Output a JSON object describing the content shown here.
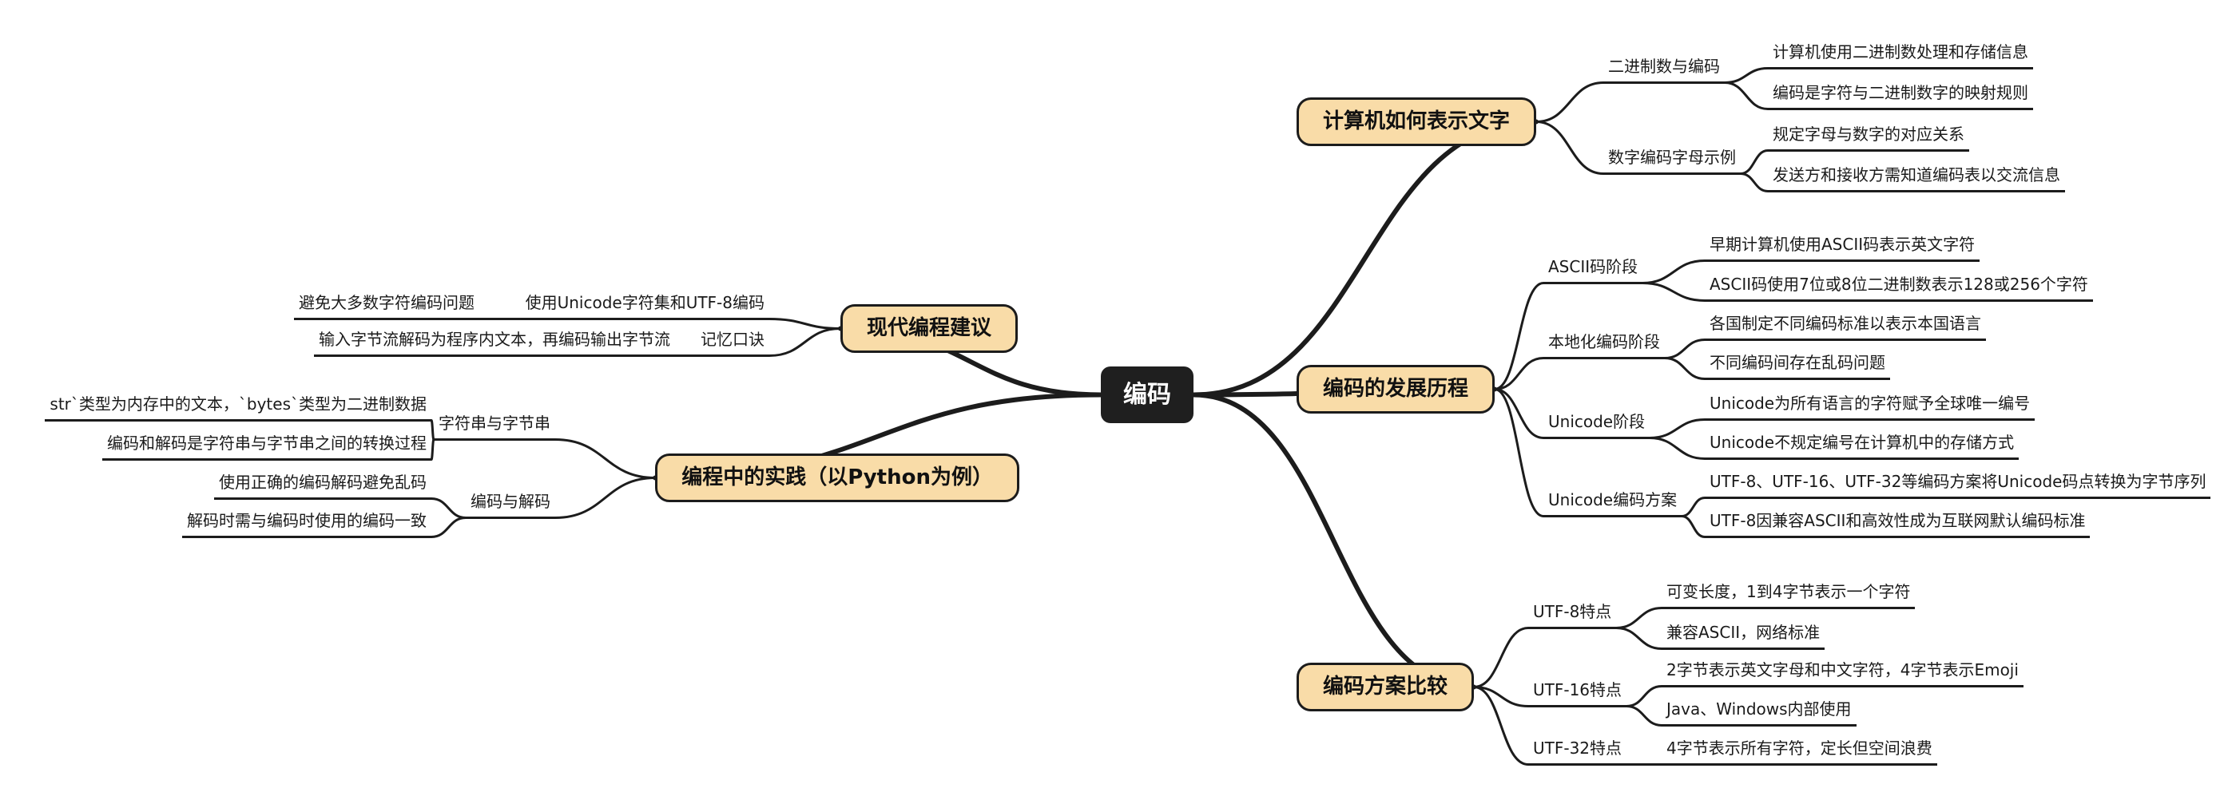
{
  "style": {
    "background": "#ffffff",
    "topic_fill": "#F9DCA8",
    "topic_border": "#1c1c1c",
    "central_bg": "#1f1f1f",
    "central_text": "#ffffff",
    "line_color": "#1c1c1c",
    "text_color": "#1a1a1a"
  },
  "root": {
    "label": "编码"
  },
  "right": [
    {
      "label": "计算机如何表示文字",
      "children": [
        {
          "label": "二进制数与编码",
          "children": [
            {
              "label": "计算机使用二进制数处理和存储信息"
            },
            {
              "label": "编码是字符与二进制数字的映射规则"
            }
          ]
        },
        {
          "label": "数字编码字母示例",
          "children": [
            {
              "label": "规定字母与数字的对应关系"
            },
            {
              "label": "发送方和接收方需知道编码表以交流信息"
            }
          ]
        }
      ]
    },
    {
      "label": "编码的发展历程",
      "children": [
        {
          "label": "ASCII码阶段",
          "children": [
            {
              "label": "早期计算机使用ASCII码表示英文字符"
            },
            {
              "label": "ASCII码使用7位或8位二进制数表示128或256个字符"
            }
          ]
        },
        {
          "label": "本地化编码阶段",
          "children": [
            {
              "label": "各国制定不同编码标准以表示本国语言"
            },
            {
              "label": "不同编码间存在乱码问题"
            }
          ]
        },
        {
          "label": "Unicode阶段",
          "children": [
            {
              "label": "Unicode为所有语言的字符赋予全球唯一编号"
            },
            {
              "label": "Unicode不规定编号在计算机中的存储方式"
            }
          ]
        },
        {
          "label": "Unicode编码方案",
          "children": [
            {
              "label": "UTF-8、UTF-16、UTF-32等编码方案将Unicode码点转换为字节序列"
            },
            {
              "label": "UTF-8因兼容ASCII和高效性成为互联网默认编码标准"
            }
          ]
        }
      ]
    },
    {
      "label": "编码方案比较",
      "children": [
        {
          "label": "UTF-8特点",
          "children": [
            {
              "label": "可变长度，1到4字节表示一个字符"
            },
            {
              "label": "兼容ASCII，网络标准"
            }
          ]
        },
        {
          "label": "UTF-16特点",
          "children": [
            {
              "label": "2字节表示英文字母和中文字符，4字节表示Emoji"
            },
            {
              "label": "Java、Windows内部使用"
            }
          ]
        },
        {
          "label": "UTF-32特点",
          "children": [
            {
              "label": "4字节表示所有字符，定长但空间浪费"
            }
          ]
        }
      ]
    }
  ],
  "left": [
    {
      "label": "现代编程建议",
      "children": [
        {
          "label": "使用Unicode字符集和UTF-8编码",
          "children": [
            {
              "label": "避免大多数字符编码问题"
            }
          ]
        },
        {
          "label": "记忆口诀",
          "children": [
            {
              "label": "输入字节流解码为程序内文本，再编码输出字节流"
            }
          ]
        }
      ]
    },
    {
      "label": "编程中的实践（以Python为例）",
      "children": [
        {
          "label": "字符串与字节串",
          "children": [
            {
              "label": "str`类型为内存中的文本，`bytes`类型为二进制数据"
            },
            {
              "label": "编码和解码是字符串与字节串之间的转换过程"
            }
          ]
        },
        {
          "label": "编码与解码",
          "children": [
            {
              "label": "使用正确的编码解码避免乱码"
            },
            {
              "label": "解码时需与编码时使用的编码一致"
            }
          ]
        }
      ]
    }
  ]
}
